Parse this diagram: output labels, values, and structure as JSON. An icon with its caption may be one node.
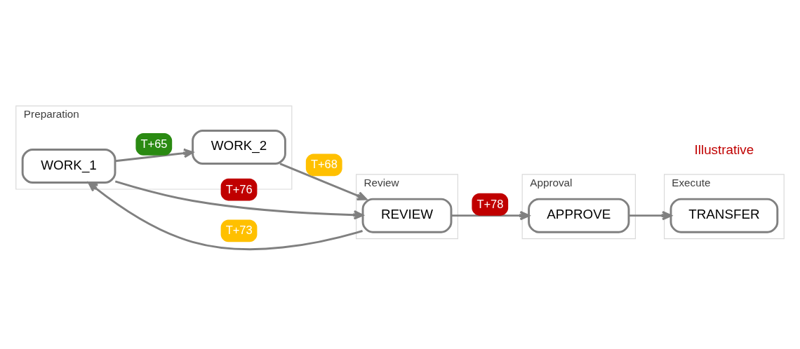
{
  "diagram": {
    "nodes": [
      {
        "text": [
          "Preparation"
        ]
      },
      {
        "text": [
          "WORK_1"
        ],
        "in": 0
      },
      {
        "text": [
          "WORK_2"
        ],
        "in": 0
      },
      {
        "text": [
          "Review"
        ]
      },
      {
        "text": [
          "REVIEW"
        ],
        "in": 3
      },
      {
        "text": [
          "Approval"
        ]
      },
      {
        "text": [
          "APPROVE"
        ],
        "in": 5
      },
      {
        "text": [
          "Execute"
        ]
      },
      {
        "text": [
          "TRANSFER"
        ],
        "in": 7
      }
    ],
    "edges": [
      {
        "from": 1,
        "to": 2,
        "arrow": "to",
        "label": "T+65"
      },
      {
        "from": 2,
        "to": 4,
        "arrow": "to",
        "label": "T+68"
      },
      {
        "from": 1,
        "to": 4,
        "arrow": "to",
        "label": "T+76"
      },
      {
        "from": 4,
        "to": 1,
        "arrow": "to",
        "label": "T+73"
      },
      {
        "from": 4,
        "to": 6,
        "arrow": "to",
        "label": "T+78"
      },
      {
        "from": 6,
        "to": 8,
        "arrow": "to"
      }
    ],
    "labels": [
      "Illustrative"
    ]
  }
}
